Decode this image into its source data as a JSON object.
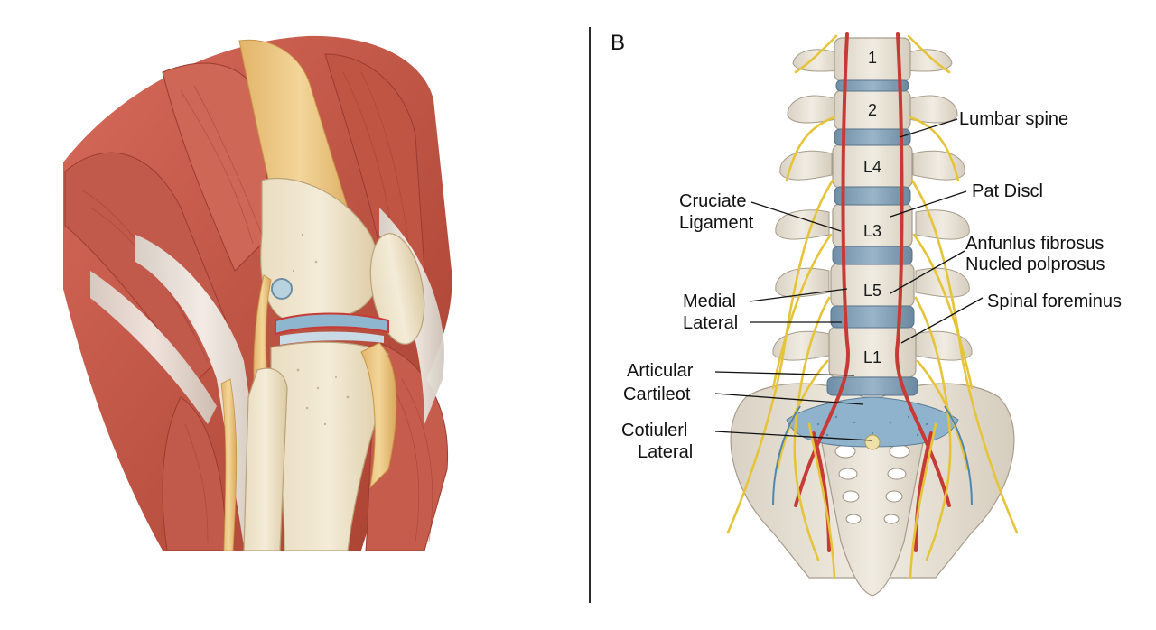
{
  "figure": {
    "panel_b_letter": "B"
  },
  "spine": {
    "vertebra_labels": [
      "1",
      "2",
      "L4",
      "L3",
      "L5",
      "L1"
    ]
  },
  "labels": {
    "lumbar_spine": "Lumbar spine",
    "pat_discl": "Pat Discl",
    "anfunlus_fibrosus": "Anfunlus fibrosus",
    "nucled_polprosus": "Nucled polprosus",
    "spinal_foreminus": "Spinal foreminus",
    "cruciate": "Cruciate",
    "ligament": "Ligament",
    "medial": "Medial",
    "lateral_1": "Lateral",
    "articular": "Articular",
    "cartileot": "Cartileot",
    "cotiulerl": "Cotiulerl",
    "lateral_2": "Lateral"
  },
  "colors": {
    "muscle": "#c9574a",
    "muscle_dark": "#a63c33",
    "tendon": "#eadfcf",
    "bone": "#efe4cc",
    "ligament": "#e8c27a",
    "cartilage": "#8fb6cf",
    "nerve": "#e6c43a",
    "artery": "#c83a35",
    "disc": "#7e9db5"
  }
}
